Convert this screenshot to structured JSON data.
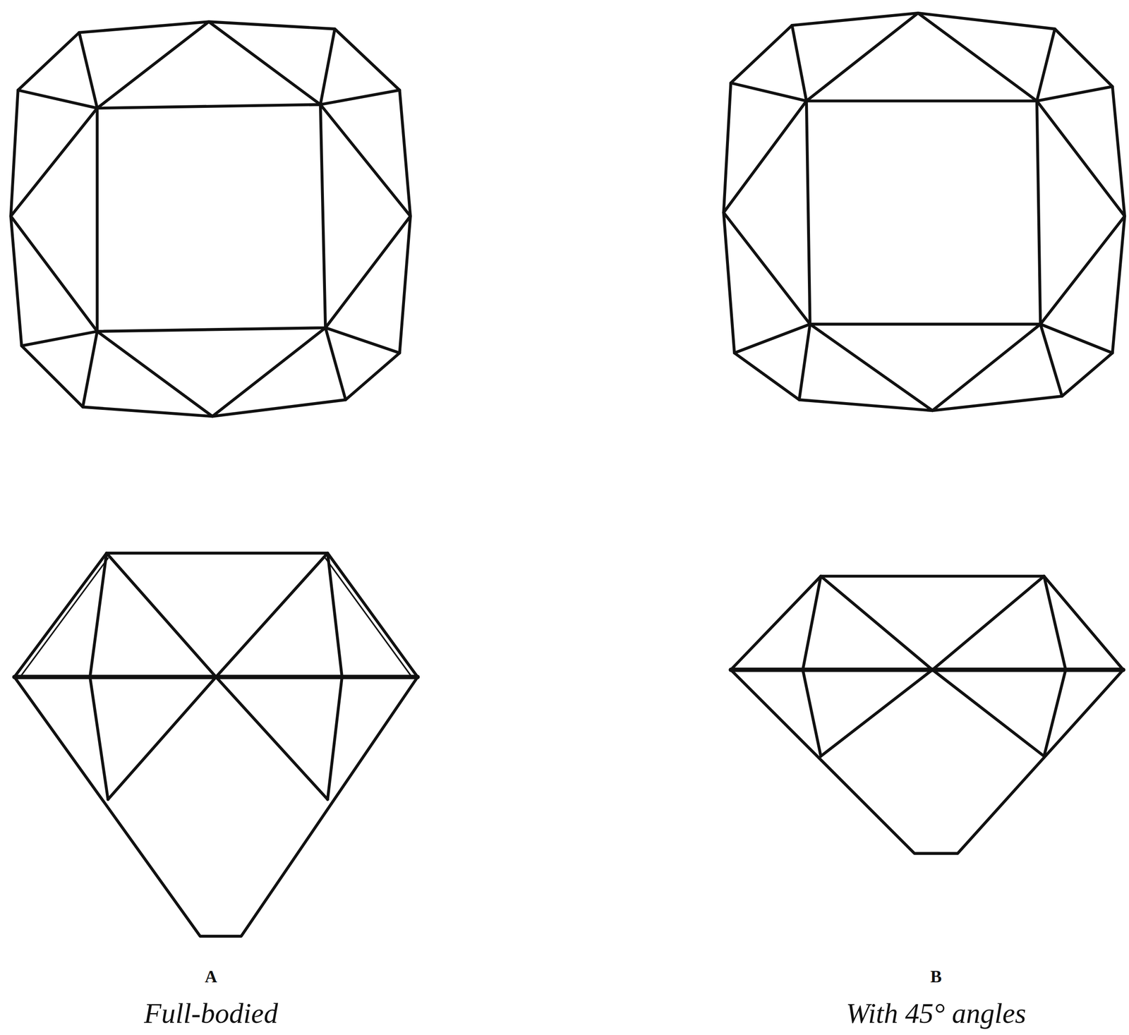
{
  "diagram": {
    "labels": [
      "A",
      "Full-bodied",
      "B",
      "With 45° angles"
    ]
  }
}
